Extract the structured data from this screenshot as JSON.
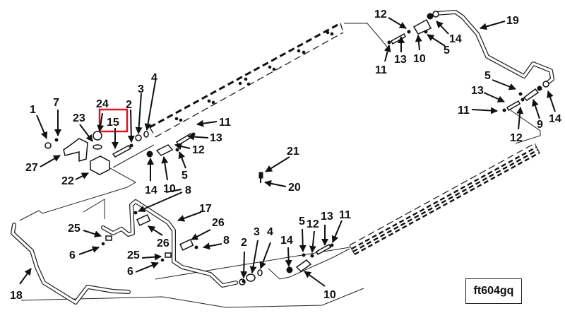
{
  "figure_id": "ft604gq",
  "highlight": {
    "label": "15",
    "color": "#e0141b"
  },
  "callouts": [
    {
      "id": "c-1",
      "label": "1"
    },
    {
      "id": "c-7",
      "label": "7"
    },
    {
      "id": "c-23",
      "label": "23"
    },
    {
      "id": "c-24",
      "label": "24"
    },
    {
      "id": "c-15",
      "label": "15"
    },
    {
      "id": "c-2a",
      "label": "2"
    },
    {
      "id": "c-3a",
      "label": "3"
    },
    {
      "id": "c-4a",
      "label": "4"
    },
    {
      "id": "c-27",
      "label": "27"
    },
    {
      "id": "c-22",
      "label": "22"
    },
    {
      "id": "c-11a",
      "label": "11"
    },
    {
      "id": "c-13a",
      "label": "13"
    },
    {
      "id": "c-12a",
      "label": "12"
    },
    {
      "id": "c-5a",
      "label": "5"
    },
    {
      "id": "c-14a",
      "label": "14"
    },
    {
      "id": "c-10a",
      "label": "10"
    },
    {
      "id": "c-8a",
      "label": "8"
    },
    {
      "id": "c-12b",
      "label": "12"
    },
    {
      "id": "c-13b",
      "label": "13"
    },
    {
      "id": "c-10b",
      "label": "10"
    },
    {
      "id": "c-11b",
      "label": "11"
    },
    {
      "id": "c-14b",
      "label": "14"
    },
    {
      "id": "c-5b",
      "label": "5"
    },
    {
      "id": "c-19",
      "label": "19"
    },
    {
      "id": "c-5c",
      "label": "5"
    },
    {
      "id": "c-13c",
      "label": "13"
    },
    {
      "id": "c-11c",
      "label": "11"
    },
    {
      "id": "c-12c",
      "label": "12"
    },
    {
      "id": "c-9",
      "label": "9"
    },
    {
      "id": "c-14c",
      "label": "14"
    },
    {
      "id": "c-21",
      "label": "21"
    },
    {
      "id": "c-20",
      "label": "20"
    },
    {
      "id": "c-17",
      "label": "17"
    },
    {
      "id": "c-25a",
      "label": "25"
    },
    {
      "id": "c-6a",
      "label": "6"
    },
    {
      "id": "c-26a",
      "label": "26"
    },
    {
      "id": "c-26b",
      "label": "26"
    },
    {
      "id": "c-8b",
      "label": "8"
    },
    {
      "id": "c-25b",
      "label": "25"
    },
    {
      "id": "c-6b",
      "label": "6"
    },
    {
      "id": "c-18",
      "label": "18"
    },
    {
      "id": "c-2b",
      "label": "2"
    },
    {
      "id": "c-3b",
      "label": "3"
    },
    {
      "id": "c-4b",
      "label": "4"
    },
    {
      "id": "c-14d",
      "label": "14"
    },
    {
      "id": "c-5d",
      "label": "5"
    },
    {
      "id": "c-12d",
      "label": "12"
    },
    {
      "id": "c-13d",
      "label": "13"
    },
    {
      "id": "c-11d",
      "label": "11"
    },
    {
      "id": "c-10d",
      "label": "10"
    }
  ]
}
